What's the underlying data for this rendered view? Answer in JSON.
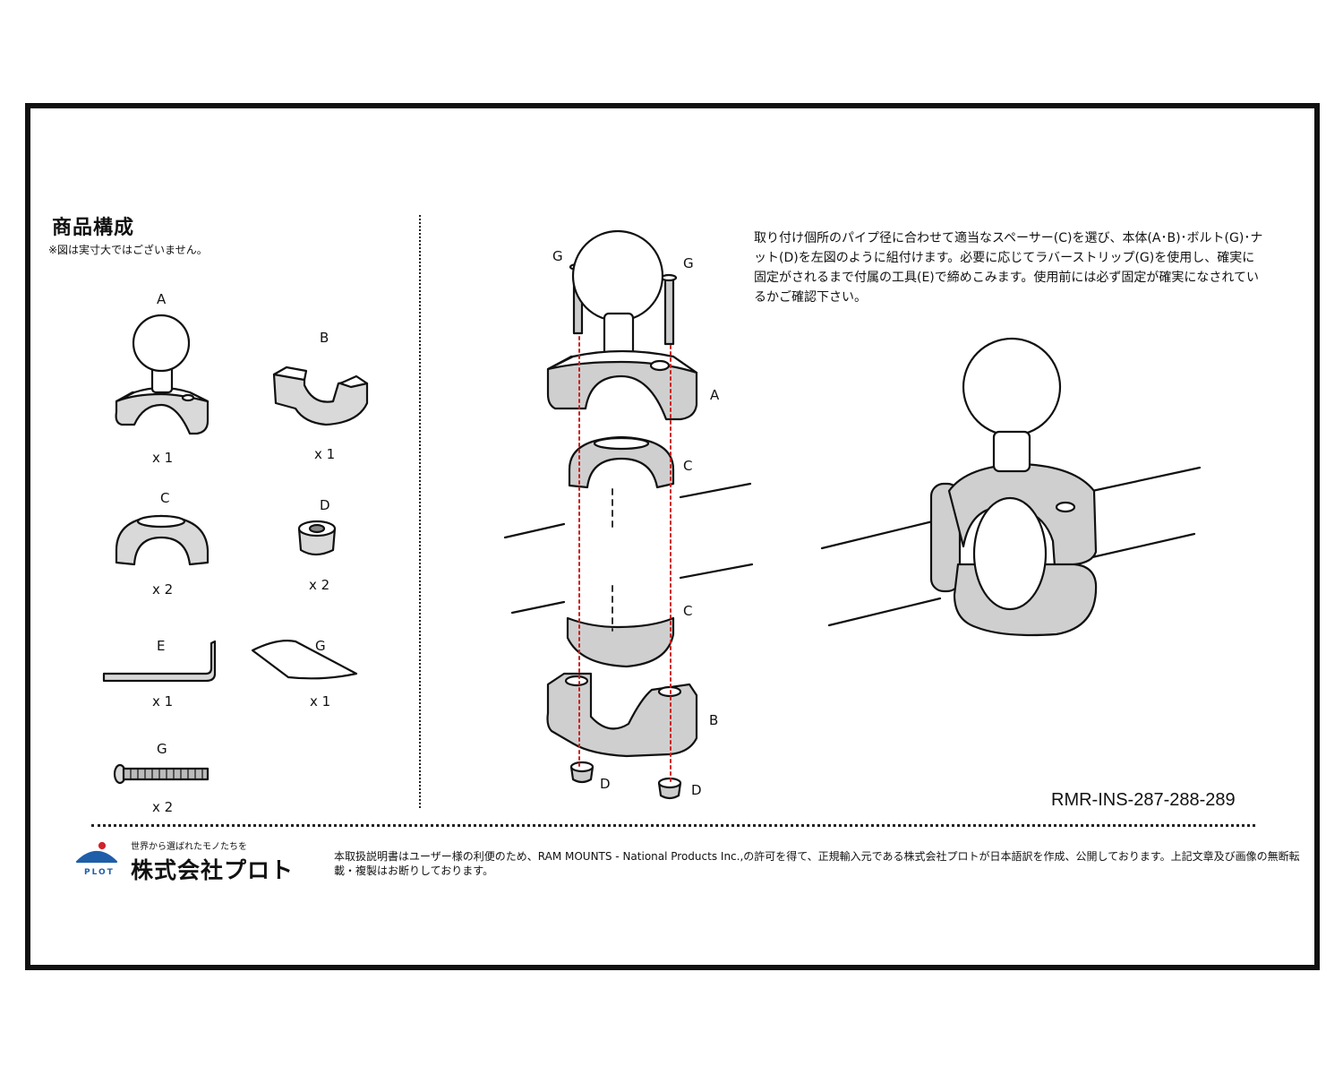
{
  "components": {
    "title": "商品構成",
    "note": "※図は実寸大ではございません。",
    "items": [
      {
        "label": "A",
        "qty": "x 1"
      },
      {
        "label": "B",
        "qty": "x 1"
      },
      {
        "label": "C",
        "qty": "x 2"
      },
      {
        "label": "D",
        "qty": "x 2"
      },
      {
        "label": "E",
        "qty": "x 1"
      },
      {
        "label": "G",
        "qty": "x 1"
      },
      {
        "label": "G",
        "qty": "x 2"
      }
    ]
  },
  "assembly": {
    "labels": [
      "G",
      "G",
      "A",
      "C",
      "C",
      "B",
      "D",
      "D"
    ]
  },
  "instructions": "取り付け個所のパイプ径に合わせて適当なスペーサー(C)を選び、本体(A･B)･ボルト(G)･ナット(D)を左図のように組付けます。必要に応じてラバーストリップ(G)を使用し、確実に固定がされるまで付属の工具(E)で締めこみます。使用前には必ず固定が確実になされているかご確認下さい。",
  "model_number": "RMR-INS-287-288-289",
  "company": {
    "slogan": "世界から選ばれたモノたちを",
    "name": "株式会社プロト",
    "logo_text": "PLOT",
    "logo_color": "#1f5ea8",
    "logo_dot_color": "#d2232a"
  },
  "footer": "本取扱説明書はユーザー様の利便のため、RAM MOUNTS - National Products Inc.,の許可を得て、正規輸入元である株式会社プロトが日本語訳を作成、公開しております。上記文章及び画像の無断転載・複製はお断りしております。"
}
